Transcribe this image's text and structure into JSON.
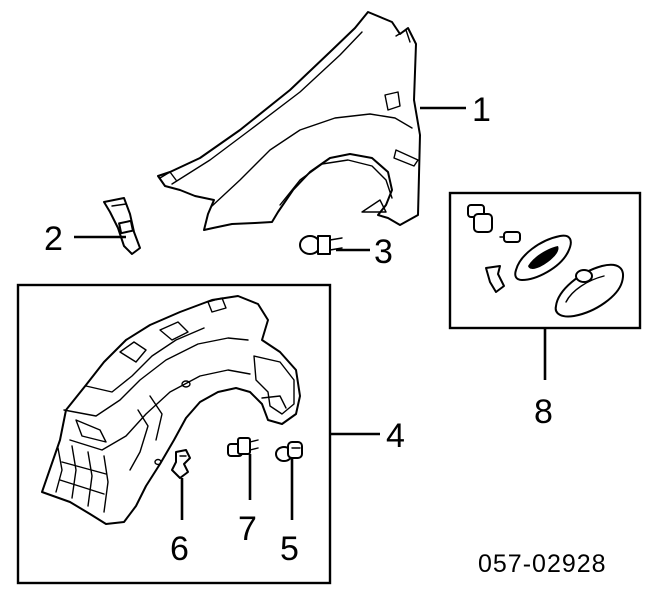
{
  "callouts": {
    "c1": "1",
    "c2": "2",
    "c3": "3",
    "c4": "4",
    "c5": "5",
    "c6": "6",
    "c7": "7",
    "c8": "8"
  },
  "diagram_code": "057-02928",
  "colors": {
    "ink": "#000000",
    "paper": "#ffffff"
  },
  "icons": {
    "part1": "front-fender-icon",
    "part2": "fender-bracket-icon",
    "part3": "bolt-icon",
    "part4": "fender-liner-icon",
    "part5": "clip-icon",
    "part6": "push-clip-icon",
    "part7": "screw-grommet-icon",
    "part8": "side-marker-lamp-icon"
  }
}
